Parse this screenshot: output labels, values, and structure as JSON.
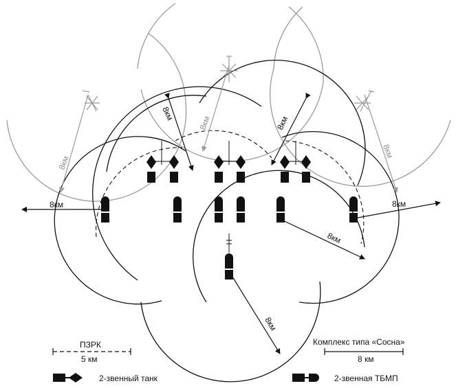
{
  "range_labels": {
    "top_left": "8км",
    "top_center": "8км",
    "top_right": "8км",
    "left_gray": "8км",
    "right_gray": "8км",
    "left_black": "8км",
    "right_black": "8км",
    "center_right": "8км",
    "bottom_center": "8км"
  },
  "legend": {
    "manpads_title": "ПЗРК",
    "manpads_scale": "5 км",
    "sosna_title": "Комплекс типа «Сосна»",
    "sosna_scale": "8 км",
    "tank_label": "2-звенный танк",
    "bmp_label": "2-звенная ТБМП"
  },
  "colors": {
    "black": "#111111",
    "gray": "#9a9a9a"
  }
}
